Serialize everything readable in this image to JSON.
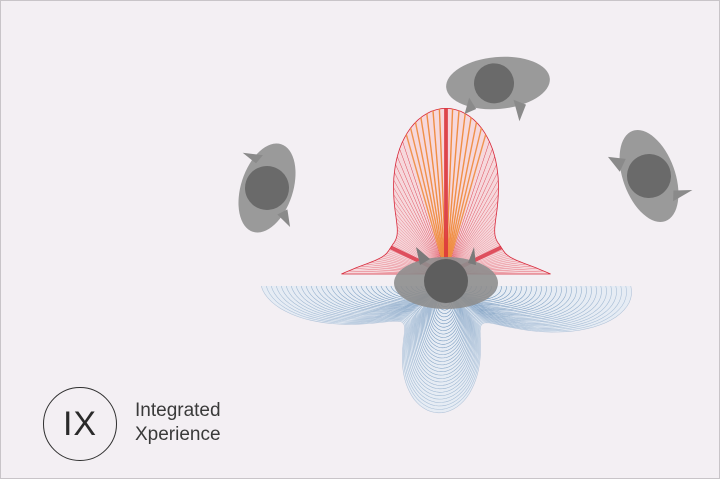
{
  "logo": {
    "mark": "IX",
    "line1": "Integrated",
    "line2": "Xperience"
  },
  "colors": {
    "background": "#f3eff3",
    "sound_red": "#d8283a",
    "sound_orange": "#f08a3c",
    "sound_blue": "#3d6fa3",
    "head_dark": "#6f6f6f",
    "head_light": "#9a9a9a"
  },
  "icons": [
    "listener-head-icon",
    "listener-head-icon",
    "listener-head-icon",
    "listener-head-icon"
  ]
}
